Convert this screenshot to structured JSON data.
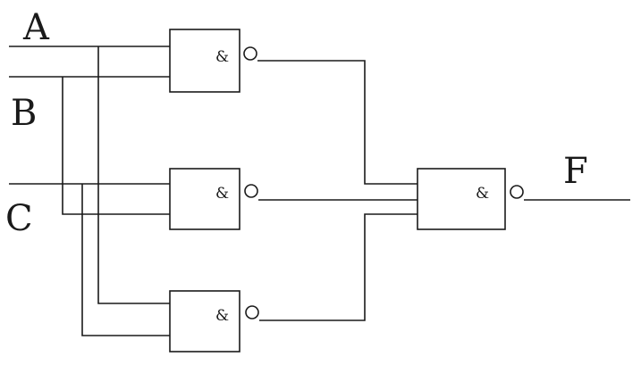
{
  "inputs": {
    "a": "A",
    "b": "B",
    "c": "C"
  },
  "output": {
    "f": "F"
  },
  "gates": {
    "g1_symbol": "&",
    "g2_symbol": "&",
    "g3_symbol": "&",
    "g4_symbol": "&"
  },
  "colors": {
    "line": "#1a1a1a",
    "background": "#ffffff"
  }
}
